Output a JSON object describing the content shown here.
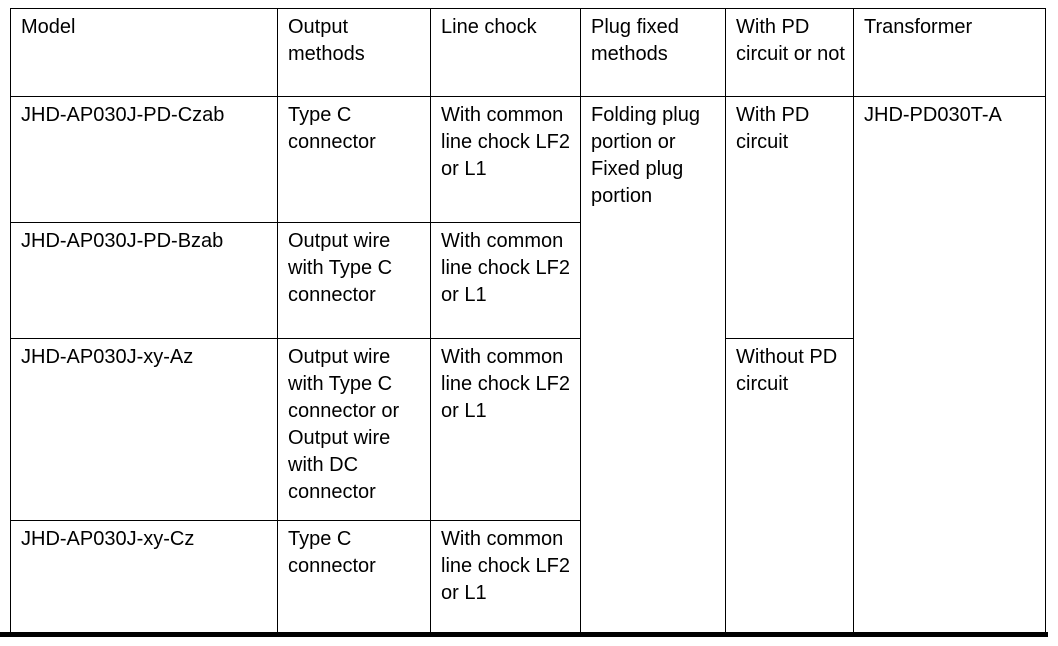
{
  "table": {
    "headers": {
      "model": "Model",
      "output": "Output methods",
      "line_chock": "Line chock",
      "plug_fixed": "Plug fixed methods",
      "pd": "With PD circuit or not",
      "transformer": "Transformer"
    },
    "rows": [
      {
        "model": "JHD-AP030J-PD-Czab",
        "output": "Type C connector",
        "line_chock": "With common line chock LF2 or L1"
      },
      {
        "model": "JHD-AP030J-PD-Bzab",
        "output": "Output wire with Type C connector",
        "line_chock": "With common line chock LF2 or L1"
      },
      {
        "model": "JHD-AP030J-xy-Az",
        "output": "Output wire with Type C connector or Output wire with DC connector",
        "line_chock": "With common line chock LF2 or L1"
      },
      {
        "model": "JHD-AP030J-xy-Cz",
        "output": "Type C connector",
        "line_chock": "With common line chock LF2 or L1"
      }
    ],
    "merged": {
      "plug_fixed": "Folding plug portion or Fixed plug portion",
      "with_pd": "With PD circuit",
      "without_pd": "Without PD circuit",
      "transformer": "JHD-PD030T-A"
    },
    "border_color": "#000000",
    "background_color": "#ffffff"
  }
}
